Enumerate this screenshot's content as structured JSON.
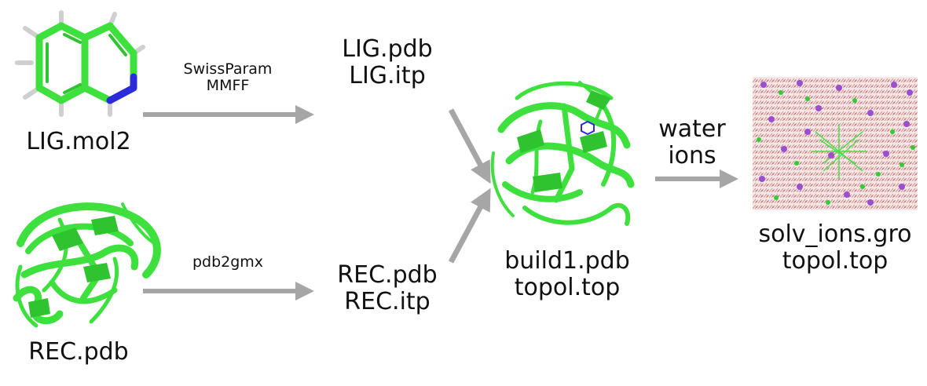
{
  "ligand": {
    "file": "LIG.mol2"
  },
  "receptor": {
    "file": "REC.pdb"
  },
  "step_ligand": {
    "line1": "SwissParam",
    "line2": "MMFF"
  },
  "step_receptor": {
    "line1": "pdb2gmx"
  },
  "ligand_outputs": {
    "line1": "LIG.pdb",
    "line2": "LIG.itp"
  },
  "receptor_outputs": {
    "line1": "REC.pdb",
    "line2": "REC.itp"
  },
  "complex": {
    "line1": "build1.pdb",
    "line2": "topol.top"
  },
  "step_solvate": {
    "line1": "water",
    "line2": "ions"
  },
  "solvated": {
    "line1": "solv_ions.gro",
    "line2": "topol.top"
  },
  "colors": {
    "protein": "#3ee03e",
    "arrow": "#a6a6a6",
    "nitrogen": "#2b2bd9",
    "hydrogen": "#cfcfcf",
    "water": "#d9a5a5",
    "ion_purple": "#9a4fd0",
    "ion_green": "#33cc33"
  },
  "icons": {
    "ligand": "isoquinoline-ball-stick-icon",
    "receptor": "protein-cartoon-icon",
    "complex": "protein-ligand-complex-icon",
    "box": "solvated-box-icon"
  }
}
